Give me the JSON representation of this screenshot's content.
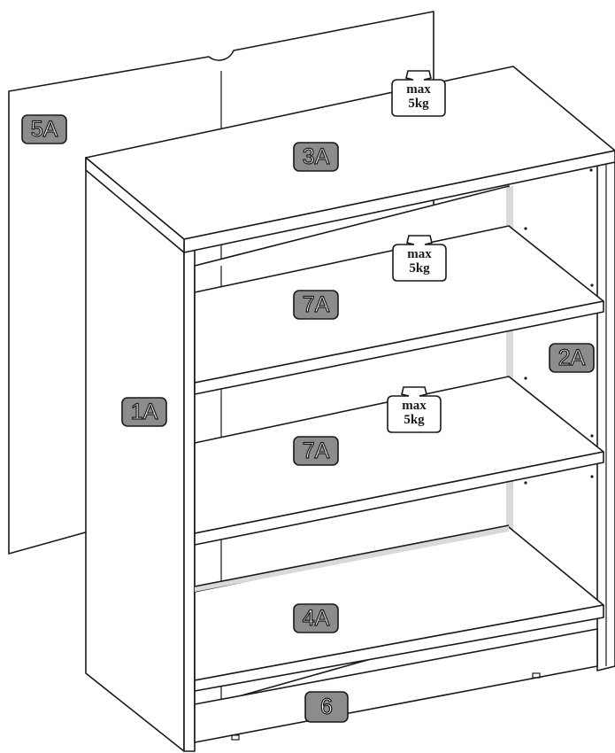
{
  "parts": {
    "back_panel": "5A",
    "top_panel": "3A",
    "left_side": "1A",
    "right_side": "2A",
    "shelf_upper": "7A",
    "shelf_lower": "7A",
    "bottom_panel": "4A",
    "plinth": "6"
  },
  "load_limits": {
    "top": {
      "line1": "max",
      "line2": "5kg"
    },
    "shelf_upper": {
      "line1": "max",
      "line2": "5kg"
    },
    "shelf_lower": {
      "line1": "max",
      "line2": "5kg"
    }
  },
  "colors": {
    "tag_fill": "#8c8c8c",
    "line": "#1a1a1a",
    "background": "#ffffff"
  }
}
